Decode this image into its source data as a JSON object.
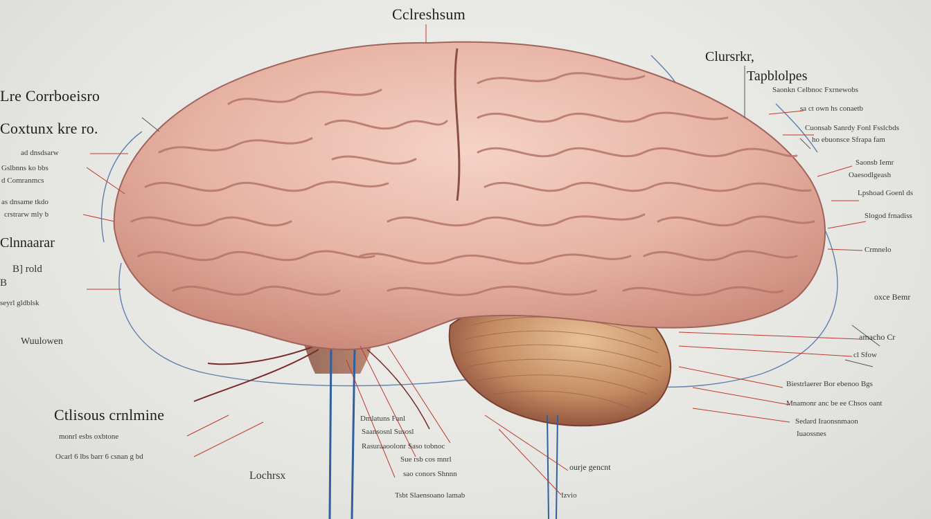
{
  "diagram": {
    "top_title": "Cclreshsum",
    "left_labels": [
      "Lre Corrboeisro",
      "Coxtunx kre ro.",
      "ad dnsdsarw",
      "Gslbnns ko bbs",
      "d Comranmcs",
      "as dnsame tkdo",
      "crstrarw mly b",
      "Clnnaarar",
      "B] rold",
      "B",
      "seyrl gldblsk",
      "Wuulowen",
      "Ctlisous crnlmine",
      "monrl esbs oxbtone",
      "Ocarl 6 lbs barr 6 csnan g bd"
    ],
    "right_labels": [
      "Clursrkr,",
      "Tapblolpes",
      "Saonkn Celbnoc Fxrnewobs",
      "sa ct own hs conaetb",
      "Cuonsab Sanrdy Fonl Fsslcbds",
      "ho ebuonsce Sfrapa fam",
      "Saonsb Iemr",
      "Oaesodlgeash",
      "Lpshoad Goenl ds",
      "Slogod frnadiss",
      "Crmnelo",
      "oxce Bemr",
      "amacho Cr",
      "cl Sfow",
      "Biestrlaerer Bor ebenoo Bgs",
      "Mnamonr anc be ee Chsos oant",
      "Sedard Iraonsnmaon",
      "Iuaossnes"
    ],
    "bottom_labels": [
      "Lochrsx",
      "Dmlatuns Fanl",
      "Saansosnl Susosl",
      "Rasuraaoolonr Saso tobnoc",
      "Sue rsb cos mnrl",
      "sao conors Shnnn",
      "Tsbt Slaensoano lamab",
      "ourje gencnt",
      "Izvio"
    ]
  }
}
